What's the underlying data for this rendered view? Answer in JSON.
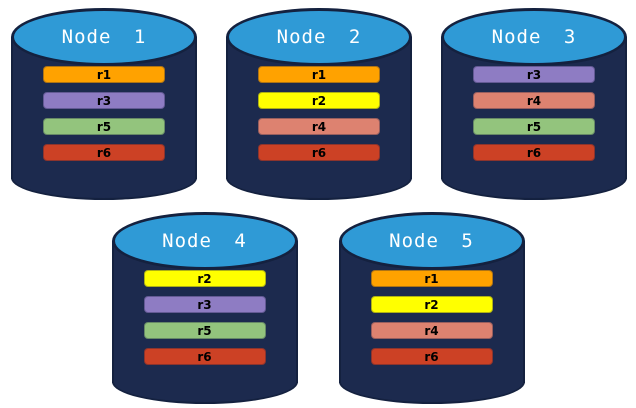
{
  "diagram": {
    "background": "#ffffff",
    "cylinder": {
      "body_color": "#1C2A4E",
      "outline_color": "#14213F",
      "top_fill_color": "#2F9AD6",
      "title_text_color": "#ffffff",
      "bar_text_color": "#000000"
    },
    "replica_colors": {
      "r1": "#FFA200",
      "r2": "#FFFF00",
      "r3": "#8E7CC3",
      "r4": "#DD8270",
      "r5": "#93C47D",
      "r6": "#CC4125"
    },
    "nodes": [
      {
        "label": "Node 1",
        "row": "top",
        "replicas": [
          "r1",
          "r3",
          "r5",
          "r6"
        ]
      },
      {
        "label": "Node 2",
        "row": "top",
        "replicas": [
          "r1",
          "r2",
          "r4",
          "r6"
        ]
      },
      {
        "label": "Node 3",
        "row": "top",
        "replicas": [
          "r3",
          "r4",
          "r5",
          "r6"
        ]
      },
      {
        "label": "Node 4",
        "row": "bottom",
        "replicas": [
          "r2",
          "r3",
          "r5",
          "r6"
        ]
      },
      {
        "label": "Node 5",
        "row": "bottom",
        "replicas": [
          "r1",
          "r2",
          "r4",
          "r6"
        ]
      }
    ]
  }
}
